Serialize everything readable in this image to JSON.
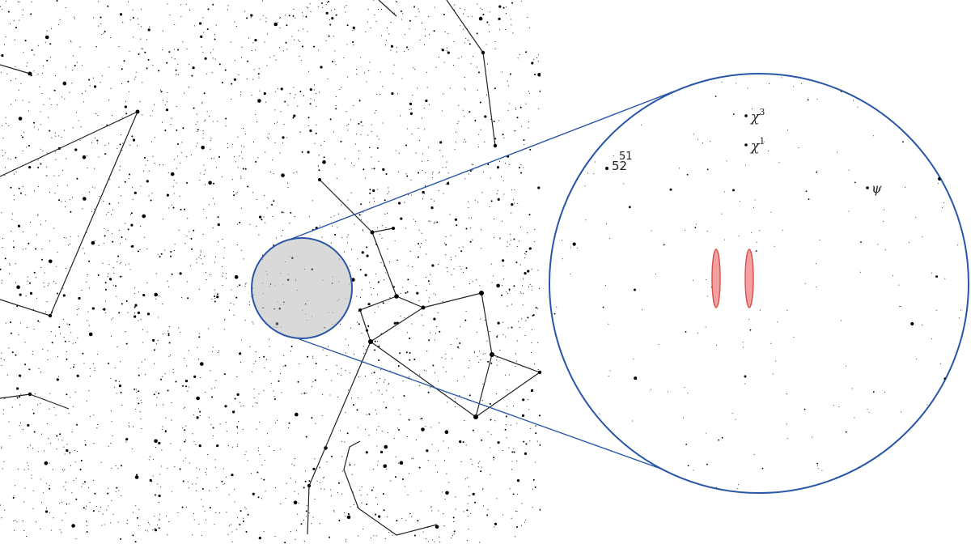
{
  "colors": {
    "background": "#ffffff",
    "stars": "#000000",
    "constellation_lines": "#222222",
    "zoom_circle_stroke": "#2a56a8",
    "zoom_source_fill": "#d9d9d9",
    "marker_fill": "#f2a0a0",
    "marker_stroke": "#d9534f"
  },
  "zoom_view": {
    "labels": {
      "chi3": "χ3",
      "chi1": "χ1",
      "n51": "51",
      "n52": "52",
      "psi": "ψ"
    },
    "markers": 2
  },
  "icons": {
    "zoom_source": "magnifier-circle",
    "marker": "red-ellipse-marker"
  }
}
